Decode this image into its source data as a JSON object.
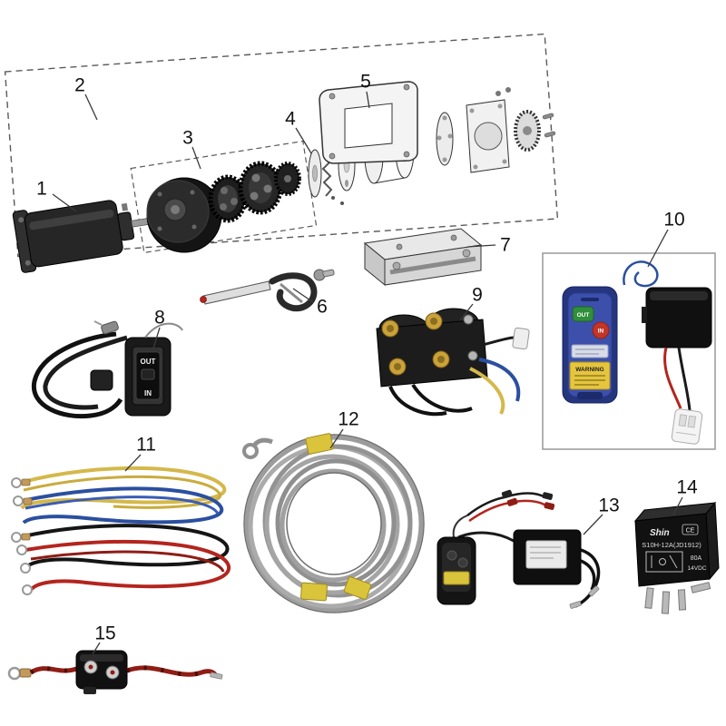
{
  "colors": {
    "wire_red": "#8f1d15",
    "wire_bright_red": "#b3251e",
    "wire_yellow": "#d4b84a",
    "wire_blue": "#2b4fa0",
    "wire_black": "#151515",
    "remote_blue": "#3c50ab",
    "tape_yellow": "#d9c43c",
    "cable_gray": "#9c9c9c"
  },
  "parts": {
    "p1": {
      "num": "1",
      "name": "motor"
    },
    "p2": {
      "num": "2",
      "name": "winch-assembly-outline"
    },
    "p3": {
      "num": "3",
      "name": "gearbox"
    },
    "p4": {
      "num": "4",
      "name": "brake-assembly"
    },
    "p5": {
      "num": "5",
      "name": "mounting-bracket"
    },
    "p6": {
      "num": "6",
      "name": "hook-and-strap"
    },
    "p7": {
      "num": "7",
      "name": "fairlead-bracket"
    },
    "p8": {
      "num": "8",
      "name": "handlebar-rocker-switch"
    },
    "p9": {
      "num": "9",
      "name": "solenoid-contactor"
    },
    "p10": {
      "num": "10",
      "name": "wireless-remote-kit"
    },
    "p11": {
      "num": "11",
      "name": "wiring-harness"
    },
    "p12": {
      "num": "12",
      "name": "steel-cable"
    },
    "p13": {
      "num": "13",
      "name": "remote-with-receiver"
    },
    "p14": {
      "num": "14",
      "name": "relay"
    },
    "p15": {
      "num": "15",
      "name": "circuit-breaker"
    }
  },
  "switch": {
    "out": "OUT",
    "in": "IN"
  },
  "remote": {
    "out": "OUT",
    "in": "IN",
    "warning": "WARNING"
  },
  "relay": {
    "brand": "Shin",
    "ce": "CE",
    "model": "S10H-12A(JD1912)",
    "rating": "80A",
    "voltage": "14VDC"
  }
}
